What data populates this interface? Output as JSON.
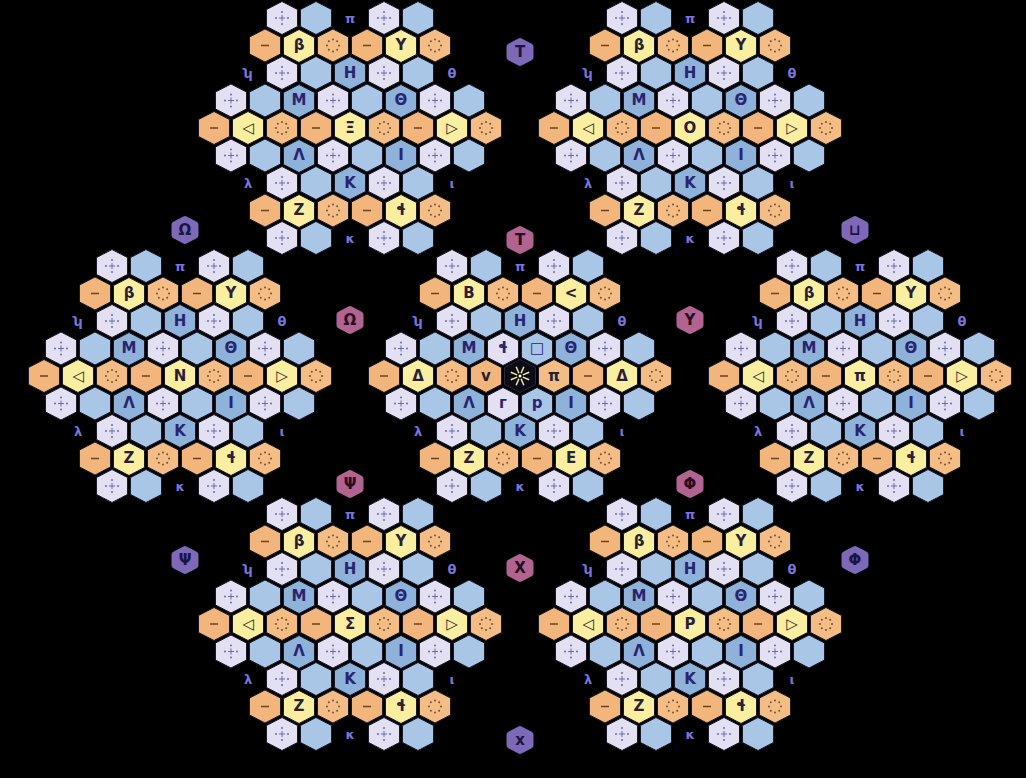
{
  "diagram": {
    "nodes": [
      {
        "text": [
          "β"
        ]
      },
      {
        "text": [
          "Y"
        ]
      },
      {
        "text": [
          "H"
        ]
      },
      {
        "text": [
          "M"
        ]
      },
      {
        "text": [
          "Θ"
        ]
      },
      {
        "text": [
          "◁"
        ]
      },
      {
        "text": [
          "Ξ"
        ]
      },
      {
        "text": [
          "▷"
        ]
      },
      {
        "text": [
          "Λ"
        ]
      },
      {
        "text": [
          "I"
        ]
      },
      {
        "text": [
          "K"
        ]
      },
      {
        "text": [
          "Z"
        ]
      },
      {
        "text": [
          "ɬ"
        ]
      },
      {
        "text": [
          "β"
        ]
      },
      {
        "text": [
          "Y"
        ]
      },
      {
        "text": [
          "H"
        ]
      },
      {
        "text": [
          "M"
        ]
      },
      {
        "text": [
          "Θ"
        ]
      },
      {
        "text": [
          "◁"
        ]
      },
      {
        "text": [
          "O"
        ]
      },
      {
        "text": [
          "▷"
        ]
      },
      {
        "text": [
          "Λ"
        ]
      },
      {
        "text": [
          "I"
        ]
      },
      {
        "text": [
          "K"
        ]
      },
      {
        "text": [
          "Z"
        ]
      },
      {
        "text": [
          "ɬ"
        ]
      },
      {
        "text": [
          "β"
        ]
      },
      {
        "text": [
          "Y"
        ]
      },
      {
        "text": [
          "H"
        ]
      },
      {
        "text": [
          "M"
        ]
      },
      {
        "text": [
          "Θ"
        ]
      },
      {
        "text": [
          "◁"
        ]
      },
      {
        "text": [
          "N"
        ]
      },
      {
        "text": [
          "▷"
        ]
      },
      {
        "text": [
          "Λ"
        ]
      },
      {
        "text": [
          "I"
        ]
      },
      {
        "text": [
          "K"
        ]
      },
      {
        "text": [
          "Z"
        ]
      },
      {
        "text": [
          "ɬ"
        ]
      },
      {
        "text": [
          "B"
        ]
      },
      {
        "text": [
          "<"
        ]
      },
      {
        "text": [
          "H"
        ]
      },
      {
        "text": [
          "M"
        ]
      },
      {
        "text": [
          "ɬ"
        ]
      },
      {
        "text": [
          "□"
        ]
      },
      {
        "text": [
          "Θ"
        ]
      },
      {
        "text": [
          "Δ"
        ]
      },
      {
        "text": [
          "v"
        ]
      },
      {
        "text": [
          "π"
        ]
      },
      {
        "text": [
          "Δ"
        ]
      },
      {
        "text": [
          "Λ"
        ]
      },
      {
        "text": [
          "г"
        ]
      },
      {
        "text": [
          "p"
        ]
      },
      {
        "text": [
          "I"
        ]
      },
      {
        "text": [
          "K"
        ]
      },
      {
        "text": [
          "Z"
        ]
      },
      {
        "text": [
          "E"
        ]
      },
      {
        "text": [
          "β"
        ]
      },
      {
        "text": [
          "Y"
        ]
      },
      {
        "text": [
          "H"
        ]
      },
      {
        "text": [
          "M"
        ]
      },
      {
        "text": [
          "Θ"
        ]
      },
      {
        "text": [
          "◁"
        ]
      },
      {
        "text": [
          "π"
        ]
      },
      {
        "text": [
          "▷"
        ]
      },
      {
        "text": [
          "Λ"
        ]
      },
      {
        "text": [
          "I"
        ]
      },
      {
        "text": [
          "K"
        ]
      },
      {
        "text": [
          "Z"
        ]
      },
      {
        "text": [
          "ɬ"
        ]
      },
      {
        "text": [
          "β"
        ]
      },
      {
        "text": [
          "Y"
        ]
      },
      {
        "text": [
          "H"
        ]
      },
      {
        "text": [
          "M"
        ]
      },
      {
        "text": [
          "Θ"
        ]
      },
      {
        "text": [
          "◁"
        ]
      },
      {
        "text": [
          "Σ"
        ]
      },
      {
        "text": [
          "▷"
        ]
      },
      {
        "text": [
          "Λ"
        ]
      },
      {
        "text": [
          "I"
        ]
      },
      {
        "text": [
          "K"
        ]
      },
      {
        "text": [
          "Z"
        ]
      },
      {
        "text": [
          "ɬ"
        ]
      },
      {
        "text": [
          "β"
        ]
      },
      {
        "text": [
          "Y"
        ]
      },
      {
        "text": [
          "H"
        ]
      },
      {
        "text": [
          "M"
        ]
      },
      {
        "text": [
          "Θ"
        ]
      },
      {
        "text": [
          "◁"
        ]
      },
      {
        "text": [
          "P"
        ]
      },
      {
        "text": [
          "▷"
        ]
      },
      {
        "text": [
          "Λ"
        ]
      },
      {
        "text": [
          "I"
        ]
      },
      {
        "text": [
          "K"
        ]
      },
      {
        "text": [
          "Z"
        ]
      },
      {
        "text": [
          "ɬ"
        ]
      },
      {
        "text": [
          "T"
        ]
      },
      {
        "text": [
          "Ω"
        ]
      },
      {
        "text": [
          "T"
        ]
      },
      {
        "text": [
          "⊔"
        ]
      },
      {
        "text": [
          "Ω"
        ]
      },
      {
        "text": [
          "Y"
        ]
      },
      {
        "text": [
          "Ψ"
        ]
      },
      {
        "text": [
          "Φ"
        ]
      },
      {
        "text": [
          "Ψ"
        ]
      },
      {
        "text": [
          "X"
        ]
      },
      {
        "text": [
          "Φ"
        ]
      },
      {
        "text": [
          "x"
        ]
      }
    ],
    "labels": [
      "π",
      "ʮ",
      "θ",
      "λ",
      "ι",
      "κ",
      "π",
      "ʮ",
      "θ",
      "λ",
      "ι",
      "κ",
      "π",
      "ʮ",
      "θ",
      "λ",
      "ι",
      "κ",
      "π",
      "ʮ",
      "θ",
      "λ",
      "ι",
      "κ",
      "π",
      "ʮ",
      "θ",
      "λ",
      "ι",
      "κ",
      "π",
      "ʮ",
      "θ",
      "λ",
      "ι",
      "κ",
      "π",
      "ʮ",
      "θ",
      "λ",
      "ι",
      "κ"
    ]
  }
}
